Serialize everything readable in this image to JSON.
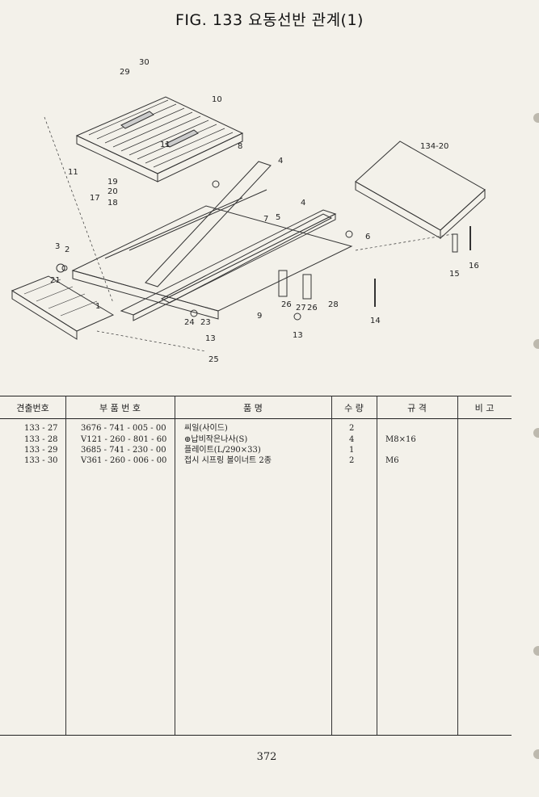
{
  "figure": {
    "title": "FIG. 133 요동선반 관계(1)"
  },
  "diagram": {
    "callouts": [
      "29",
      "30",
      "10",
      "11",
      "11",
      "8",
      "4",
      "19",
      "20",
      "17",
      "18",
      "7",
      "5",
      "4",
      "134-20",
      "6",
      "3",
      "2",
      "21",
      "1",
      "24",
      "23",
      "9",
      "26",
      "27",
      "26",
      "28",
      "13",
      "13",
      "14",
      "15",
      "16",
      "25"
    ]
  },
  "table": {
    "headers": [
      "견출번호",
      "부 품 번 호",
      "품 명",
      "수 량",
      "규 격",
      "비 고"
    ],
    "rows": [
      {
        "index": "133 - 27",
        "part_no": "3676 - 741 - 005 - 00",
        "name": "씨일(사이드)",
        "qty": "2",
        "spec": ""
      },
      {
        "index": "133 - 28",
        "part_no": "V121 - 260 - 801 - 60",
        "name": "⊕납비작은나사(S)",
        "qty": "4",
        "spec": "M8×16"
      },
      {
        "index": "133 - 29",
        "part_no": "3685 - 741 - 230 - 00",
        "name": "플레이트(L/290×33)",
        "qty": "1",
        "spec": ""
      },
      {
        "index": "133 - 30",
        "part_no": "V361 - 260 - 006 - 00",
        "name": "접시 시프링 볼이너트 2종",
        "qty": "2",
        "spec": "M6"
      }
    ]
  },
  "footer": {
    "page_number": "372"
  }
}
